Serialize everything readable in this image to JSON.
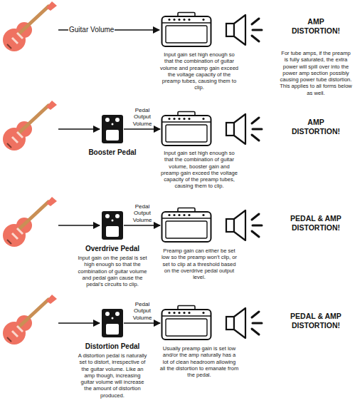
{
  "diagram": {
    "nodes": [
      {
        "text": [
          "Input gain set high enough so that the combination of guitar volume and preamp gain exceed the voltage capacity of the preamp tubes, causing them to clip."
        ]
      },
      {
        "text": [
          "AMP DISTORTION!",
          "For tube amps, if the preamp is fully saturated, the extra power will spill over into the power amp section possibly causing power tube distortion. This applies to all forms below as well."
        ]
      },
      {
        "text": [
          "Booster Pedal"
        ]
      },
      {
        "text": [
          "Input gain set high enough so that the combination of guitar volume, booster gain and preamp gain exceed the voltage capacity of the preamp tubes, causing them to clip."
        ]
      },
      {
        "text": [
          "AMP DISTORTION!"
        ]
      },
      {
        "text": [
          "Overdrive Pedal",
          "Input gain on the pedal is set high enough so that the combination of guitar volume and pedal gain cause the pedal's circuits to clip."
        ]
      },
      {
        "text": [
          "Preamp gain can either be set low so the preamp won't clip, or set to clip at a threshold based on the overdrive pedal output level."
        ]
      },
      {
        "text": [
          "PEDAL & AMP DISTORTION!"
        ]
      },
      {
        "text": [
          "Distortion Pedal",
          "A distortion pedal is naturally set to distort, irrespective of the guitar volume. Like an amp though, increasing guitar volume will increase the amount of distortion produced."
        ]
      },
      {
        "text": [
          "Usually preamp gain is set low and/or the amp naturally has a lot of clean headroom allowing all the distortion to emanate from the pedal."
        ]
      },
      {
        "text": [
          "PEDAL & AMP DISTORTION!"
        ]
      }
    ],
    "edges": [
      {
        "from": 2,
        "to": 3,
        "label": "Pedal Output Volume",
        "arrow": "to"
      },
      {
        "from": 5,
        "to": 6,
        "label": "Pedal Output Volume",
        "arrow": "to"
      },
      {
        "from": 8,
        "to": 9,
        "label": "Pedal Output Volume",
        "arrow": "to"
      }
    ],
    "labels": [
      "Guitar Volume"
    ]
  }
}
